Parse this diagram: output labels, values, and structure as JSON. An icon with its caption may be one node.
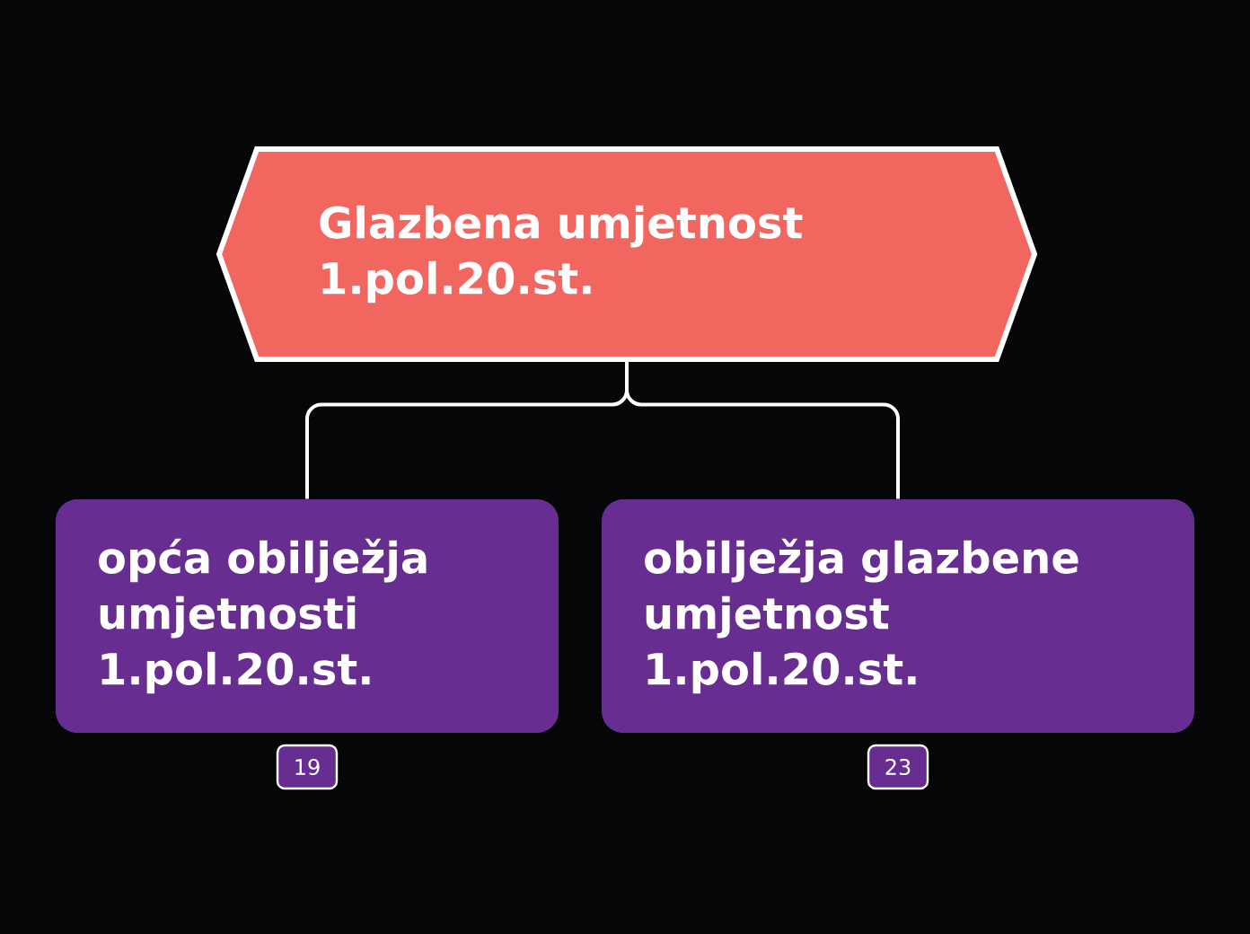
{
  "diagram": {
    "nodes": [
      {
        "text": [
          "Glazbena umjetnost 1.pol.20.st."
        ]
      },
      {
        "text": [
          "opća obilježja umjetnosti 1.pol.20.st."
        ],
        "beside": [
          "19"
        ]
      },
      {
        "text": [
          "obilježja glazbene umjetnost 1.pol.20.st."
        ],
        "beside": [
          "23"
        ]
      }
    ],
    "edges": [
      {
        "from": 0,
        "to": 1,
        "arrow": "none"
      },
      {
        "from": 0,
        "to": 2,
        "arrow": "none"
      }
    ]
  }
}
